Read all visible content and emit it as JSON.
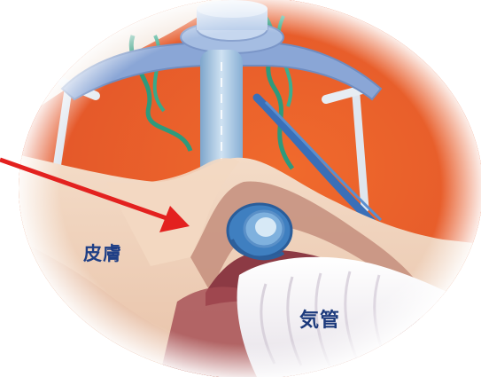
{
  "labels": {
    "skin": "皮膚",
    "trachea": "気管"
  },
  "colors": {
    "background": "#ffffff",
    "orange_backdrop": "#e8622a",
    "skin": "#f0d2ba",
    "skin_shadow": "#c98f78",
    "trachea": "#f4f1f4",
    "tube": "#9fc0dc",
    "flange": "#88a4d4",
    "cuff": "#4f8ec8",
    "wires": "#2e9a7c",
    "arrow": "#e3211f",
    "label_text": "#1f3f86"
  },
  "icons": {
    "arrow": "red-arrow-pointing-to-skin"
  }
}
